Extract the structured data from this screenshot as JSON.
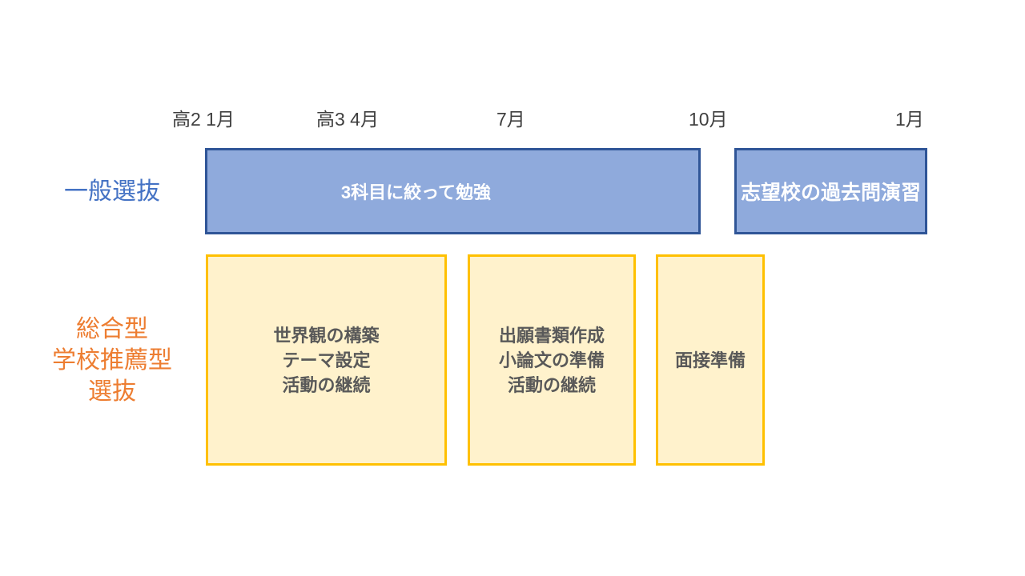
{
  "axis": {
    "labels": [
      {
        "text": "高2 1月"
      },
      {
        "text": "高3 4月"
      },
      {
        "text": "7月"
      },
      {
        "text": "10月"
      },
      {
        "text": "1月"
      }
    ]
  },
  "general_row": {
    "label": "一般選抜",
    "bars": [
      {
        "text": "3科目に絞って勉強"
      },
      {
        "text": "志望校の過去問演習"
      }
    ]
  },
  "recommend_row": {
    "label_lines": [
      "総合型",
      "学校推薦型",
      "選抜"
    ],
    "boxes": [
      {
        "lines": [
          "世界観の構築",
          "テーマ設定",
          "活動の継続"
        ]
      },
      {
        "lines": [
          "出願書類作成",
          "小論文の準備",
          "活動の継続"
        ]
      },
      {
        "lines": [
          "面接準備"
        ]
      }
    ]
  },
  "colors": {
    "general_label_text": "#4472C4",
    "general_bar_fill": "#8FAADC",
    "general_bar_border": "#2F5597",
    "general_bar_text": "#FFFFFF",
    "recommend_label_text": "#ED7D31",
    "recommend_box_fill": "#FFF2CC",
    "recommend_box_border": "#FFC000",
    "recommend_box_text": "#595959",
    "axis_text": "#3F3F3F",
    "background": "#FFFFFF"
  }
}
